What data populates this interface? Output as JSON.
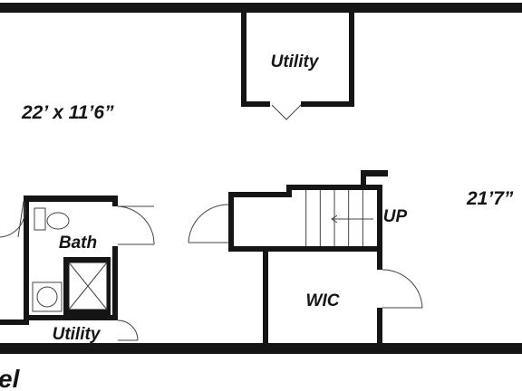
{
  "floor_plan": {
    "rooms": {
      "utility_top": "Utility",
      "bath": "Bath",
      "wic": "WIC",
      "utility_bottom": "Utility"
    },
    "dimensions": {
      "main_room": "22’ x 11’6”",
      "right_room": "21’7”"
    },
    "stairs": {
      "direction": "UP",
      "treads": 6
    },
    "level_caption": "el"
  },
  "colors": {
    "wall": "#151515",
    "background": "#ffffff"
  }
}
